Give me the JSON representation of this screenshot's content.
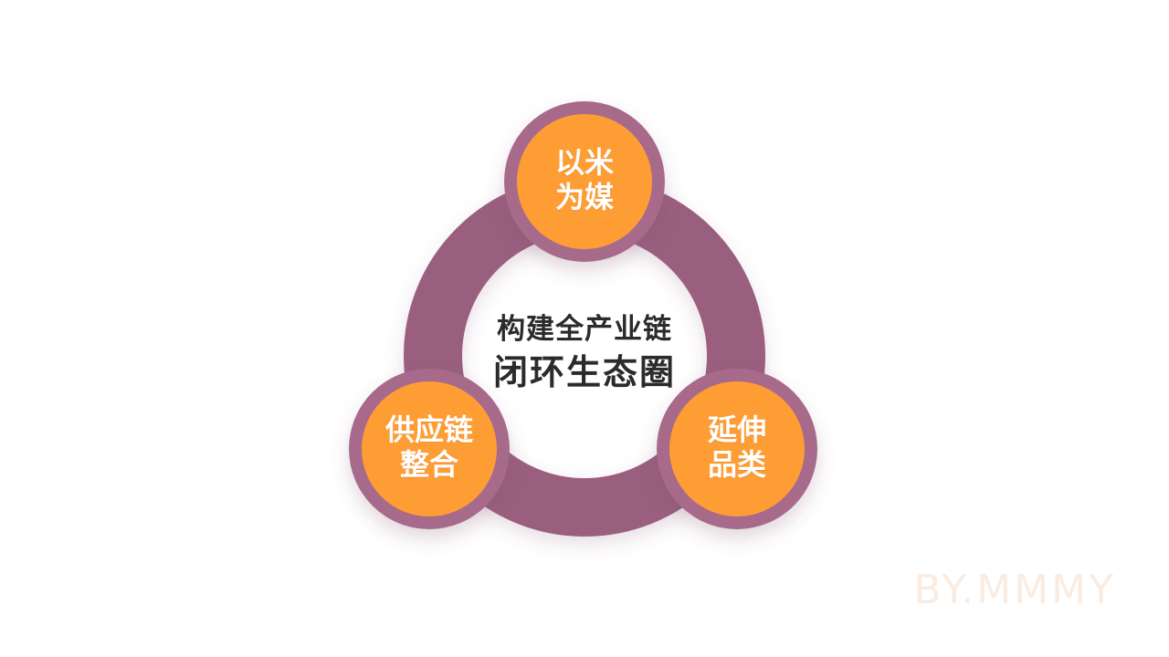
{
  "center": {
    "line1": "构建全产业链",
    "line2": "闭环生态圈"
  },
  "nodes": [
    {
      "id": "top",
      "line1": "以米",
      "line2": "为媒"
    },
    {
      "id": "left",
      "line1": "供应链",
      "line2": "整合"
    },
    {
      "id": "right",
      "line1": "延伸",
      "line2": "品类"
    }
  ],
  "watermark": "BY.MMMY",
  "colors": {
    "ring": "#9a5f7f",
    "node_outer": "#a86b8a",
    "node_inner": "#ff9d35",
    "text_light": "#ffffff",
    "text_dark": "#2b2b2b",
    "watermark": "#f8e5d6"
  }
}
